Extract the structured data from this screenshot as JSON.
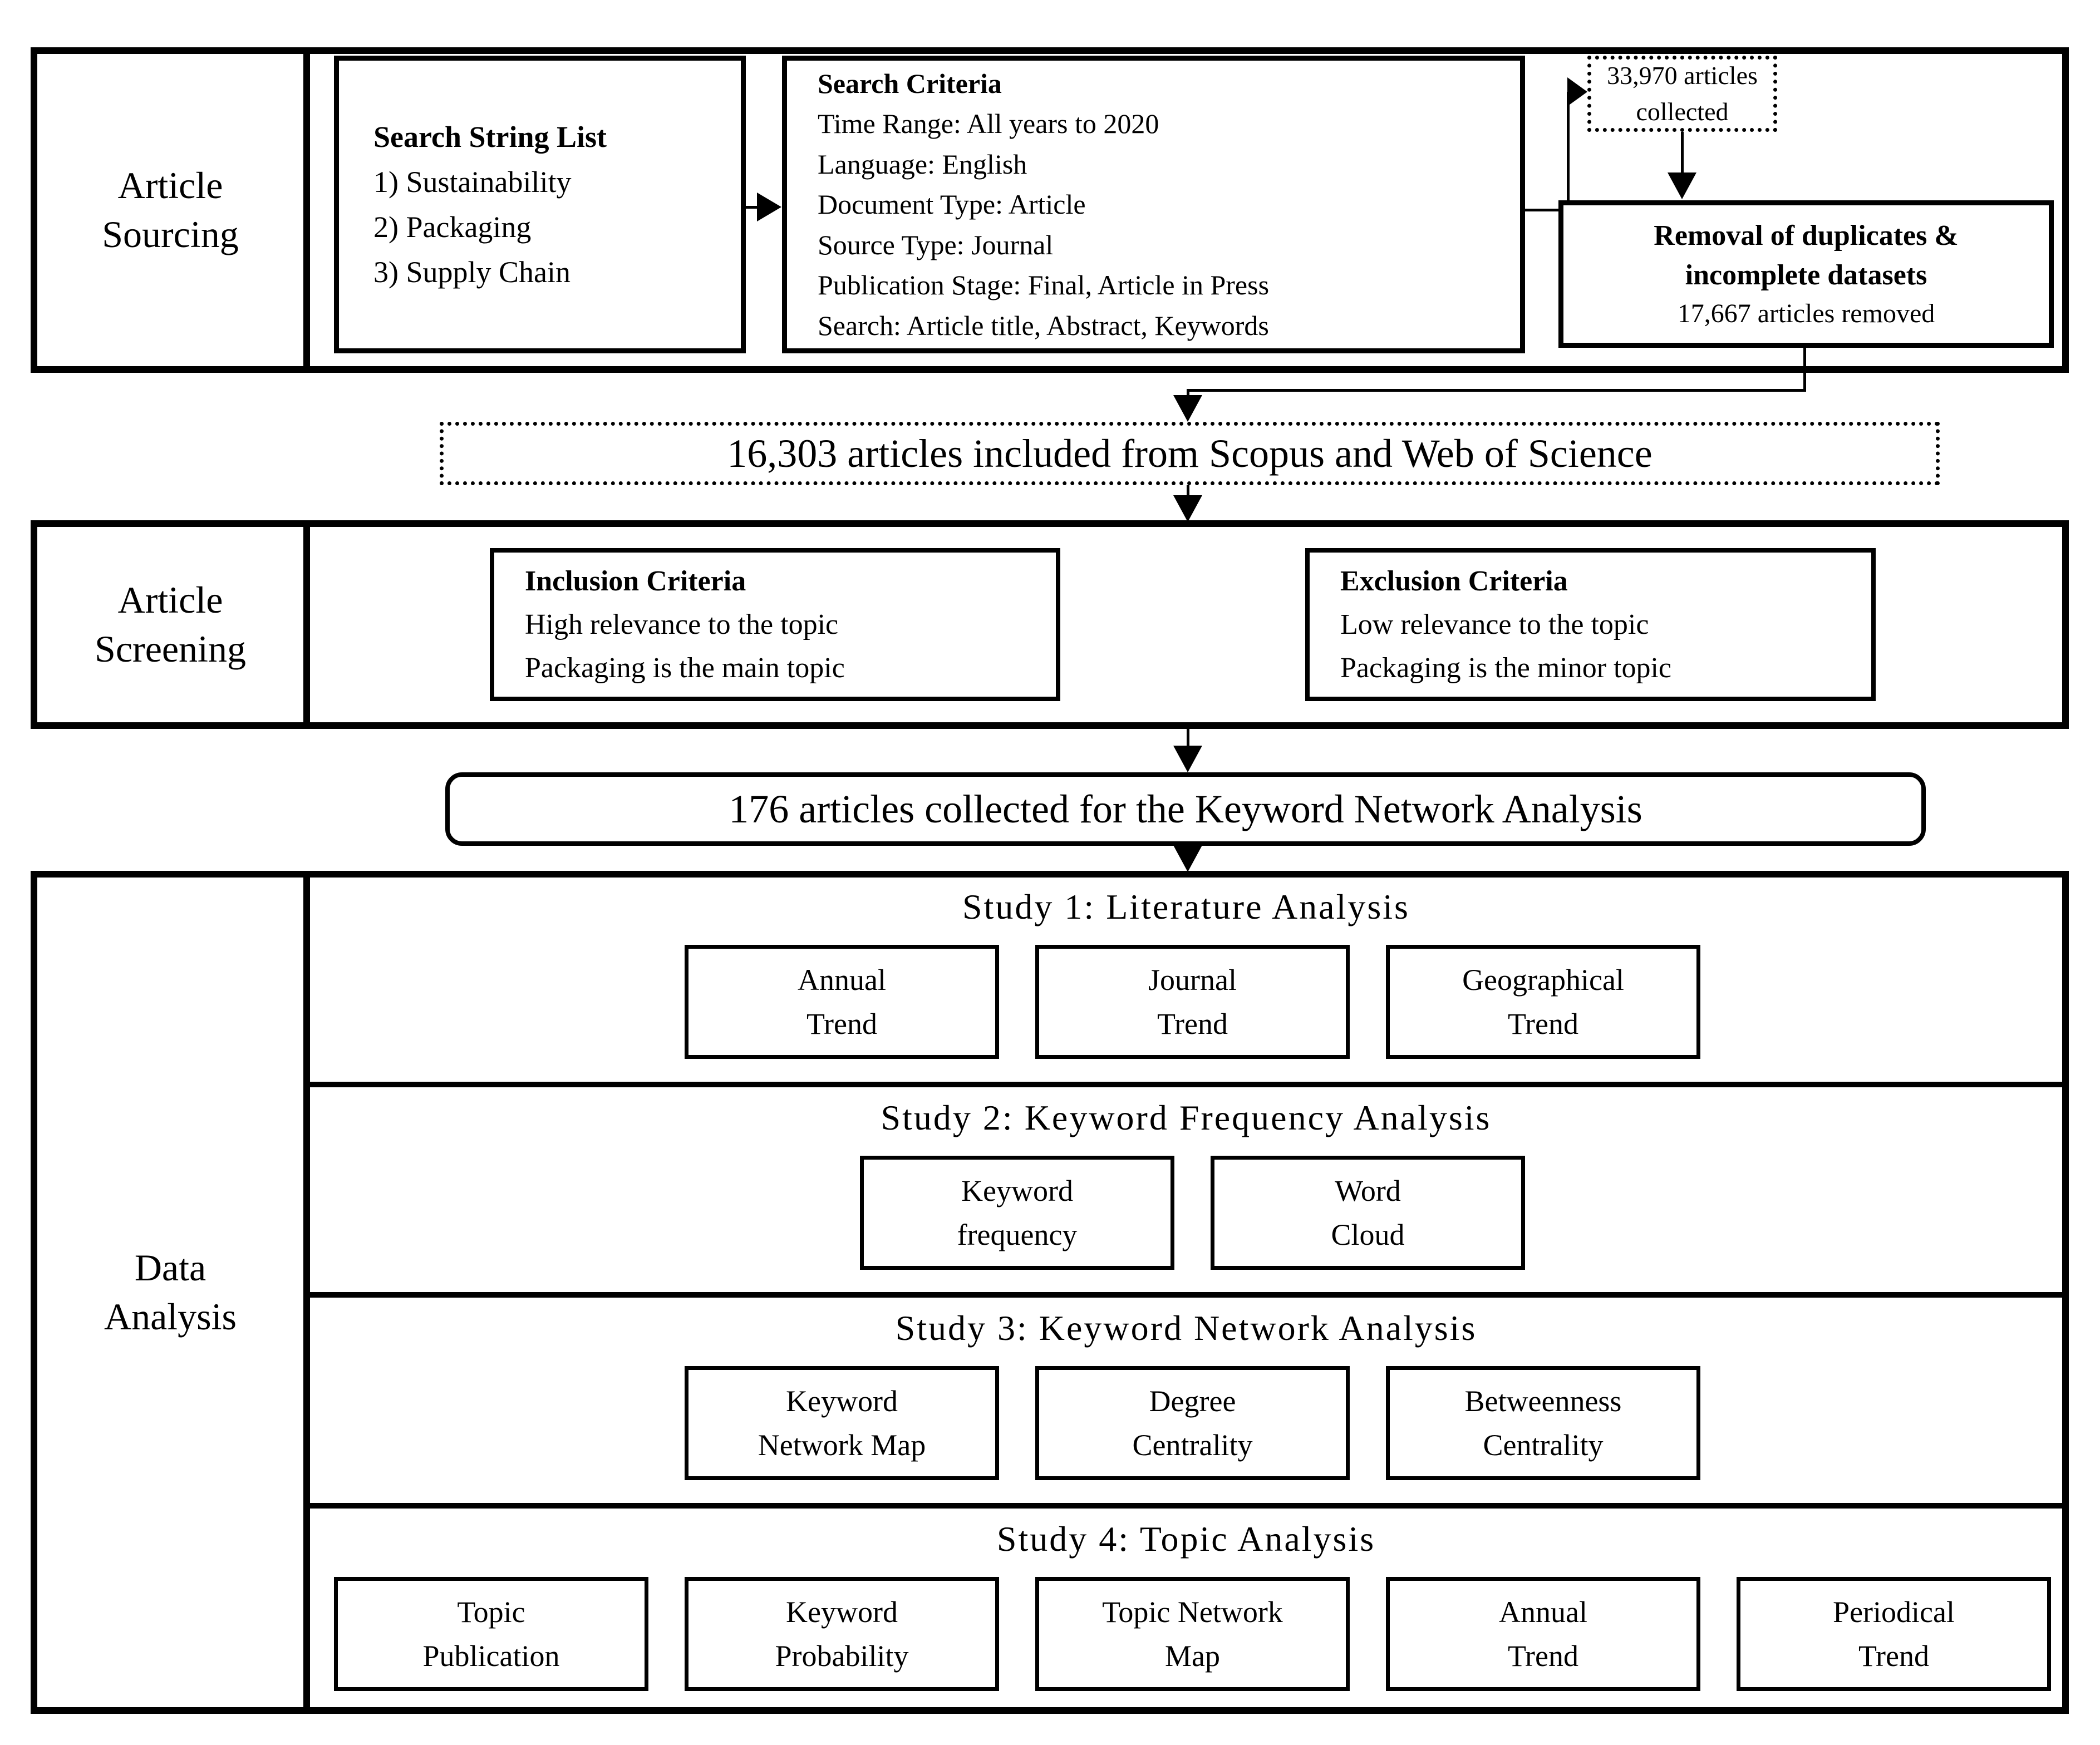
{
  "colors": {
    "ink": "#000000",
    "paper": "#ffffff"
  },
  "sourcing": {
    "label_line1": "Article",
    "label_line2": "Sourcing",
    "search_string": {
      "title": "Search String List",
      "items": [
        "1) Sustainability",
        "2) Packaging",
        "3) Supply Chain"
      ]
    },
    "search_criteria": {
      "title": "Search Criteria",
      "lines": [
        "Time Range: All years to 2020",
        "Language: English",
        "Document Type: Article",
        "Source Type: Journal",
        "Publication Stage: Final, Article in Press",
        "Search: Article title, Abstract, Keywords"
      ]
    },
    "collected": {
      "line1": "33,970 articles",
      "line2": "collected"
    },
    "removal": {
      "bold_line1": "Removal of duplicates &",
      "bold_line2": "incomplete datasets",
      "note": "17,667 articles removed"
    }
  },
  "included_banner": "16,303 articles included from Scopus and Web of Science",
  "screening": {
    "label_line1": "Article",
    "label_line2": "Screening",
    "inclusion": {
      "title": "Inclusion Criteria",
      "lines": [
        "High relevance to the topic",
        "Packaging is the main topic"
      ]
    },
    "exclusion": {
      "title": "Exclusion Criteria",
      "lines": [
        "Low relevance to the topic",
        "Packaging is the minor topic"
      ]
    }
  },
  "kna_banner": "176 articles collected for the Keyword Network Analysis",
  "analysis": {
    "label_line1": "Data",
    "label_line2": "Analysis",
    "studies": [
      {
        "title": "Study 1: Literature Analysis",
        "boxes": [
          {
            "l1": "Annual",
            "l2": "Trend"
          },
          {
            "l1": "Journal",
            "l2": "Trend"
          },
          {
            "l1": "Geographical",
            "l2": "Trend"
          }
        ]
      },
      {
        "title": "Study 2: Keyword Frequency Analysis",
        "boxes": [
          {
            "l1": "Keyword",
            "l2": "frequency"
          },
          {
            "l1": "Word",
            "l2": "Cloud"
          }
        ]
      },
      {
        "title": "Study 3: Keyword Network Analysis",
        "boxes": [
          {
            "l1": "Keyword",
            "l2": "Network Map"
          },
          {
            "l1": "Degree",
            "l2": "Centrality"
          },
          {
            "l1": "Betweenness",
            "l2": "Centrality"
          }
        ]
      },
      {
        "title": "Study 4: Topic Analysis",
        "boxes": [
          {
            "l1": "Topic",
            "l2": "Publication"
          },
          {
            "l1": "Keyword",
            "l2": "Probability"
          },
          {
            "l1": "Topic Network",
            "l2": "Map"
          },
          {
            "l1": "Annual",
            "l2": "Trend"
          },
          {
            "l1": "Periodical",
            "l2": "Trend"
          }
        ]
      }
    ]
  }
}
